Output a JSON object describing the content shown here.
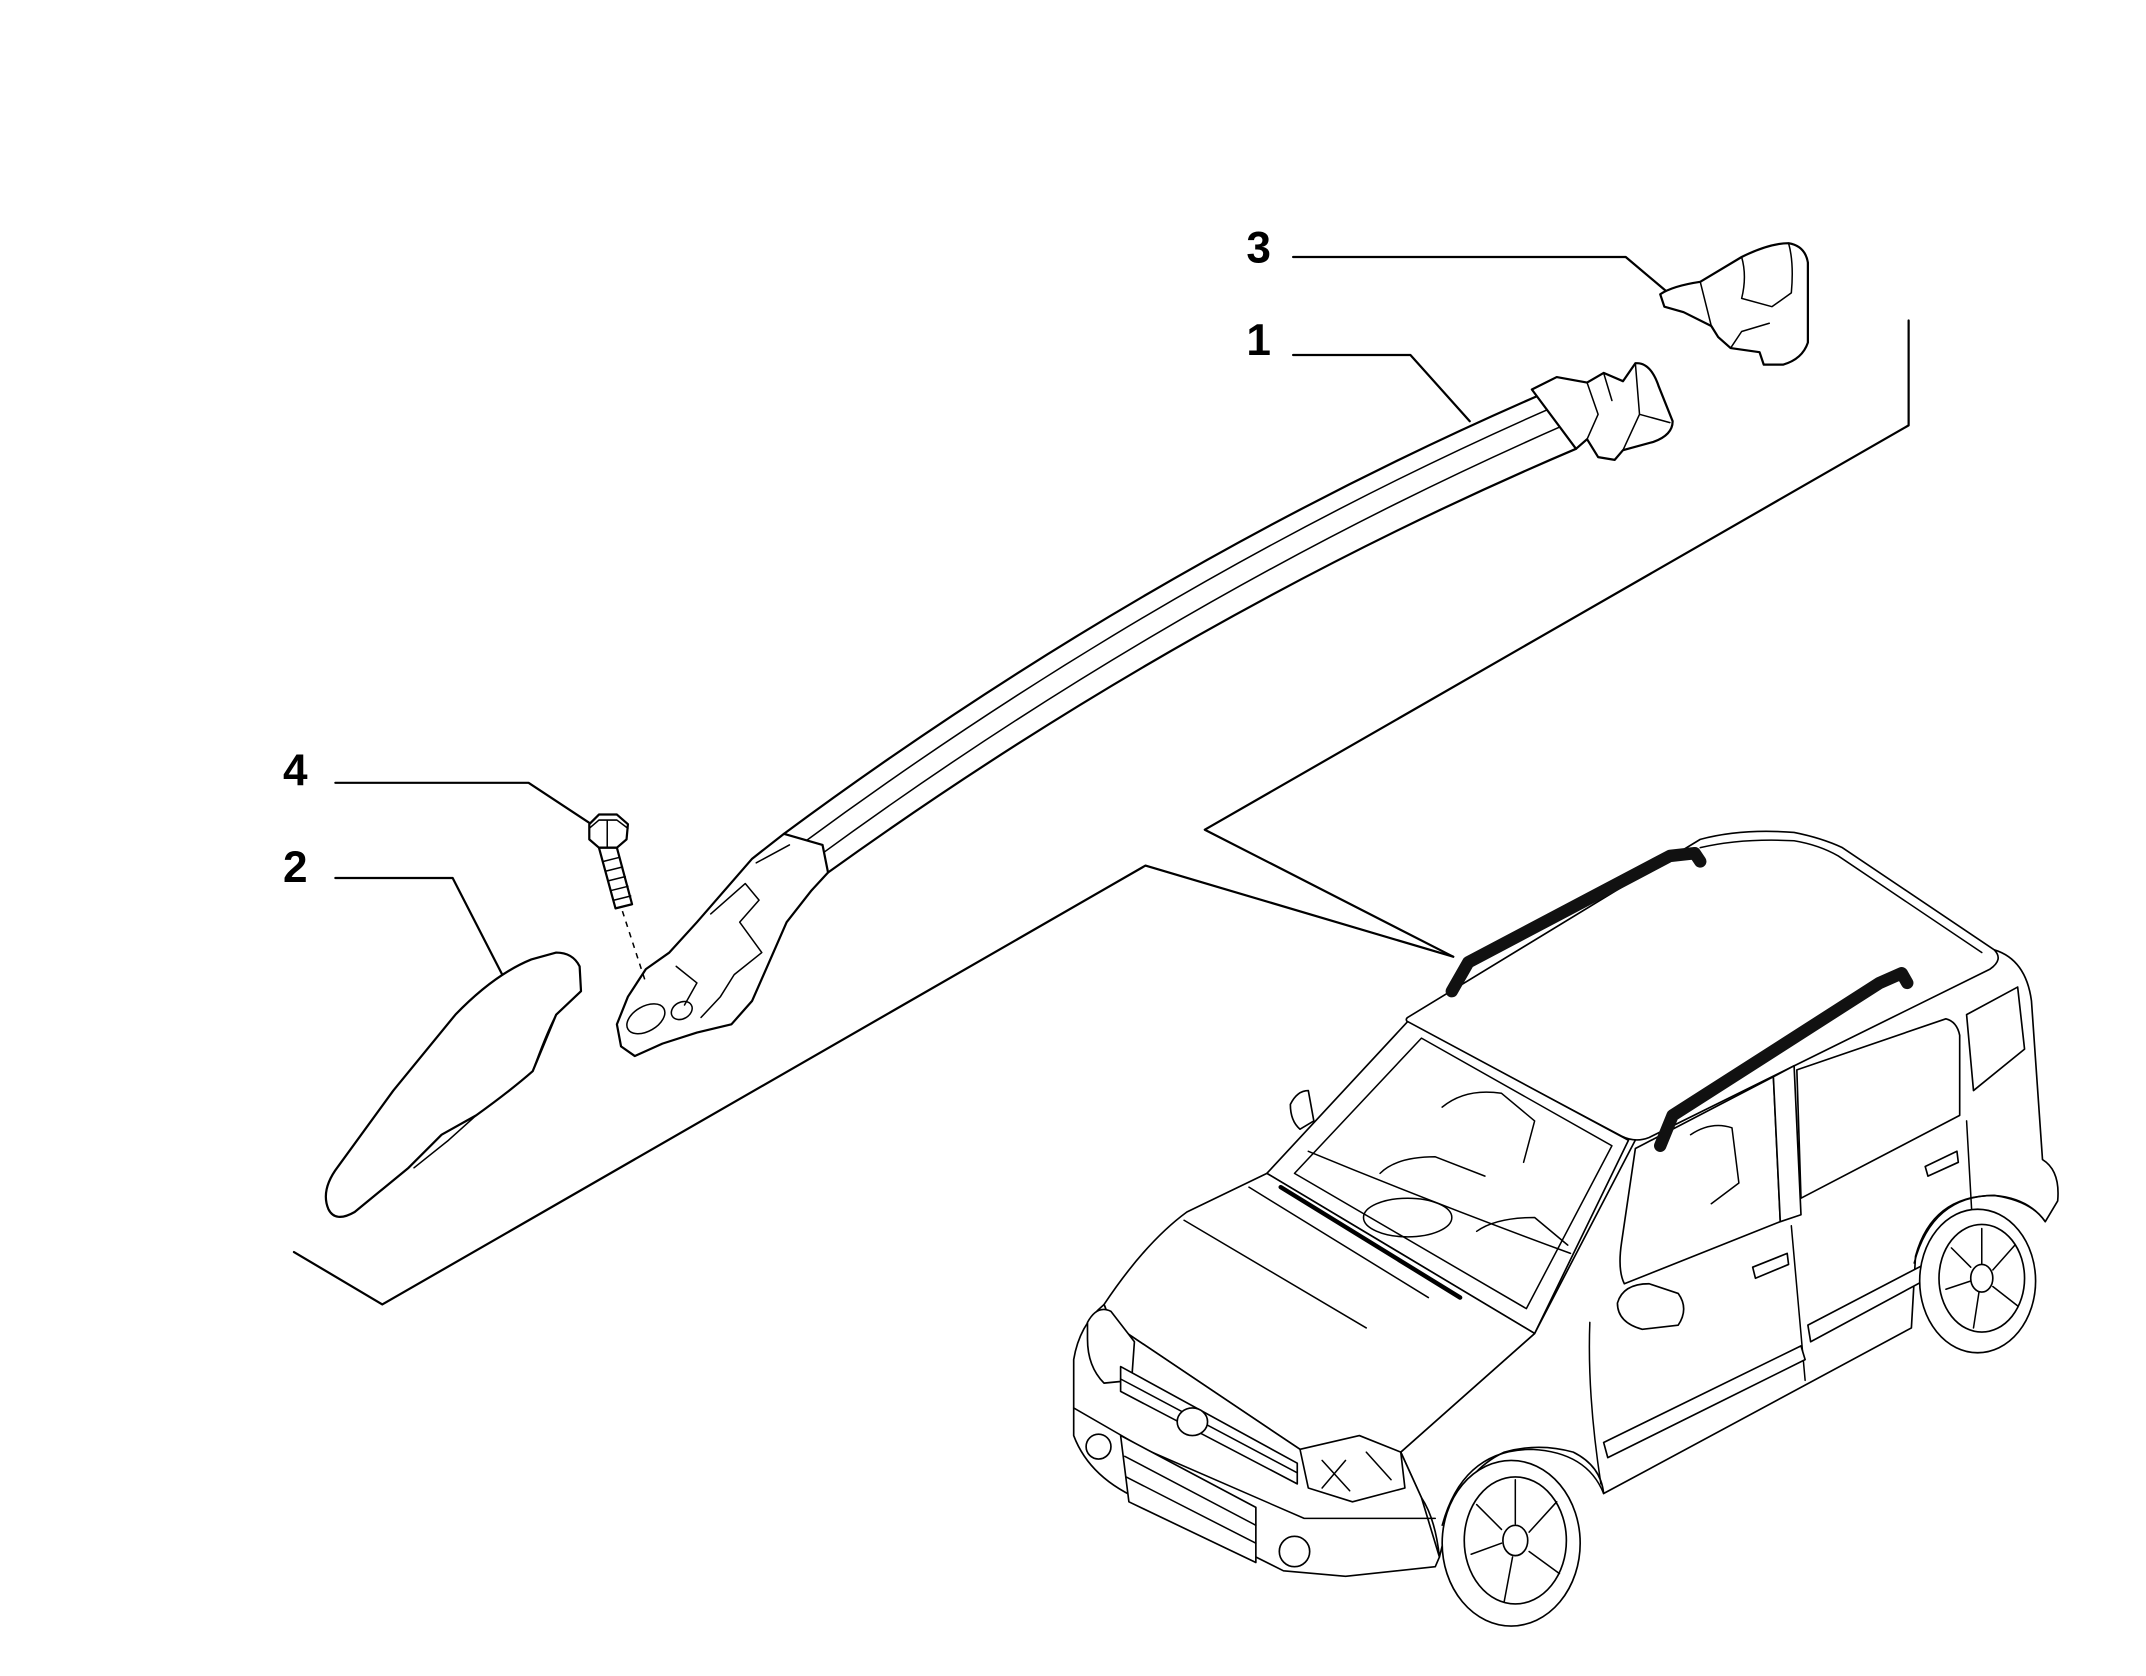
{
  "callouts": [
    {
      "label": "1"
    },
    {
      "label": "2"
    },
    {
      "label": "3"
    },
    {
      "label": "4"
    }
  ],
  "colors": {
    "line": "#000000",
    "background": "#ffffff",
    "highlighted_rails": "#111111"
  }
}
